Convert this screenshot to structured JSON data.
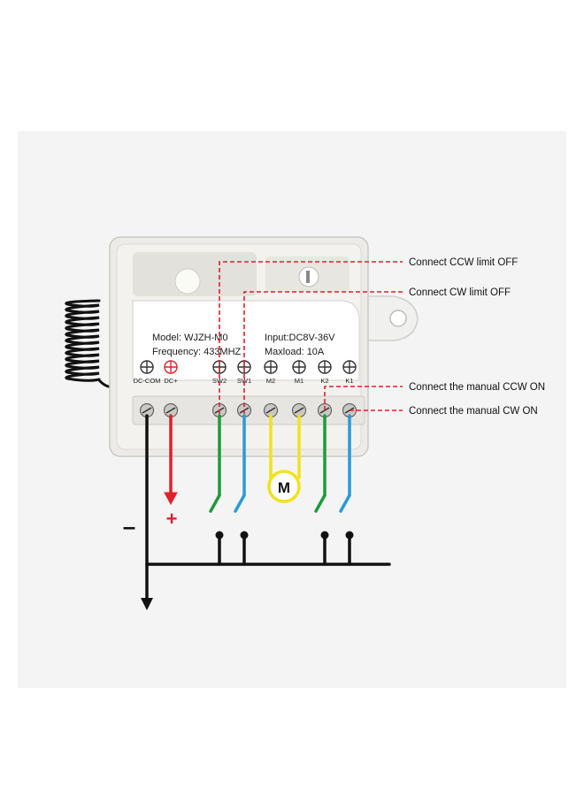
{
  "device": {
    "model": "Model: WJZH-M0",
    "frequency": "Frequency: 433MHZ",
    "input": "Input:DC8V-36V",
    "maxload": "Maxload: 10A"
  },
  "terminals": [
    {
      "label": "DC-COM",
      "color": "#333333"
    },
    {
      "label": "DC+",
      "color": "#e0202a"
    },
    {
      "label": "SW2",
      "color": "#333333"
    },
    {
      "label": "SW1",
      "color": "#333333"
    },
    {
      "label": "M2",
      "color": "#333333"
    },
    {
      "label": "M1",
      "color": "#333333"
    },
    {
      "label": "K2",
      "color": "#333333"
    },
    {
      "label": "K1",
      "color": "#333333"
    }
  ],
  "callouts": [
    {
      "text": "Connect  CCW limit OFF"
    },
    {
      "text": "Connect CW limit OFF"
    },
    {
      "text": "Connect the manual CCW ON"
    },
    {
      "text": "Connect the manual CW ON"
    }
  ],
  "motor_label": "M",
  "negative_sign": "–",
  "positive_sign": "+",
  "colors": {
    "red": "#e0202a",
    "green": "#1f9a3a",
    "blue": "#2a9ad8",
    "yellow": "#f2e21c",
    "black": "#111111"
  }
}
